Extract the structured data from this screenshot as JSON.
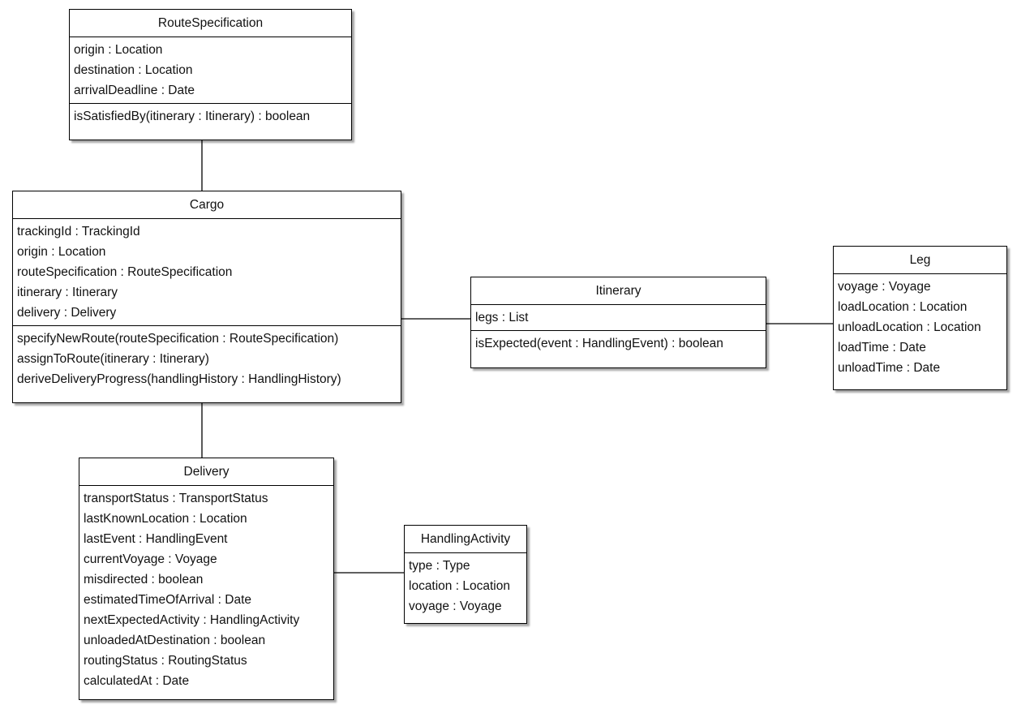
{
  "classes": {
    "route_specification": {
      "name": "RouteSpecification",
      "attributes": [
        "origin : Location",
        "destination : Location",
        "arrivalDeadline : Date"
      ],
      "operations": [
        "isSatisfiedBy(itinerary : Itinerary) : boolean"
      ]
    },
    "cargo": {
      "name": "Cargo",
      "attributes": [
        "trackingId : TrackingId",
        "origin : Location",
        "routeSpecification : RouteSpecification",
        "itinerary : Itinerary",
        "delivery : Delivery"
      ],
      "operations": [
        "specifyNewRoute(routeSpecification : RouteSpecification)",
        "assignToRoute(itinerary : Itinerary)",
        "deriveDeliveryProgress(handlingHistory : HandlingHistory)"
      ]
    },
    "itinerary": {
      "name": "Itinerary",
      "attributes": [
        "legs : List"
      ],
      "operations": [
        "isExpected(event : HandlingEvent) : boolean"
      ]
    },
    "leg": {
      "name": "Leg",
      "attributes": [
        "voyage : Voyage",
        "loadLocation : Location",
        "unloadLocation : Location",
        "loadTime : Date",
        "unloadTime : Date"
      ]
    },
    "delivery": {
      "name": "Delivery",
      "attributes": [
        "transportStatus : TransportStatus",
        "lastKnownLocation : Location",
        "lastEvent : HandlingEvent",
        "currentVoyage : Voyage",
        "misdirected : boolean",
        "estimatedTimeOfArrival : Date",
        "nextExpectedActivity : HandlingActivity",
        "unloadedAtDestination : boolean",
        "routingStatus : RoutingStatus",
        "calculatedAt : Date"
      ]
    },
    "handling_activity": {
      "name": "HandlingActivity",
      "attributes": [
        "type : Type",
        "location : Location",
        "voyage : Voyage"
      ]
    }
  }
}
